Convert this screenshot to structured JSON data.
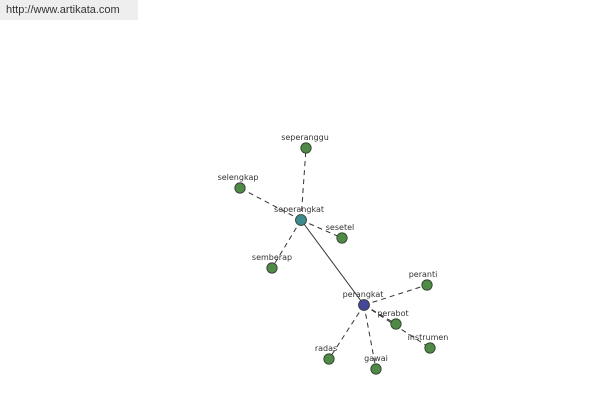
{
  "source_url": "http://www.artikata.com",
  "colors": {
    "leaf_node": "#4f8a46",
    "hub_node": "#3f8a8f",
    "root_node": "#45469a",
    "node_stroke": "#2d3a2b",
    "edge": "#333333"
  },
  "graph": {
    "root": "perangkat",
    "nodes": [
      {
        "id": "perangkat",
        "label": "perangkat",
        "kind": "root"
      },
      {
        "id": "seperangkat",
        "label": "seperangkat",
        "kind": "hub"
      },
      {
        "id": "seperanggu",
        "label": "seperanggu",
        "kind": "leaf"
      },
      {
        "id": "selengkap",
        "label": "selengkap",
        "kind": "leaf"
      },
      {
        "id": "sesetel",
        "label": "sesetel",
        "kind": "leaf"
      },
      {
        "id": "semberap",
        "label": "semberap",
        "kind": "leaf"
      },
      {
        "id": "peranti",
        "label": "peranti",
        "kind": "leaf"
      },
      {
        "id": "perabot",
        "label": "perabot",
        "kind": "leaf"
      },
      {
        "id": "instrumen",
        "label": "instrumen",
        "kind": "leaf"
      },
      {
        "id": "radas",
        "label": "radas",
        "kind": "leaf"
      },
      {
        "id": "gawai",
        "label": "gawai",
        "kind": "leaf"
      }
    ],
    "edges": [
      {
        "from": "perangkat",
        "to": "seperangkat",
        "style": "solid"
      },
      {
        "from": "seperangkat",
        "to": "seperanggu",
        "style": "dashed"
      },
      {
        "from": "seperangkat",
        "to": "selengkap",
        "style": "dashed"
      },
      {
        "from": "seperangkat",
        "to": "sesetel",
        "style": "dashed"
      },
      {
        "from": "seperangkat",
        "to": "semberap",
        "style": "dashed"
      },
      {
        "from": "perangkat",
        "to": "peranti",
        "style": "dashed"
      },
      {
        "from": "perangkat",
        "to": "perabot",
        "style": "dashed"
      },
      {
        "from": "perangkat",
        "to": "instrumen",
        "style": "dashed"
      },
      {
        "from": "perangkat",
        "to": "radas",
        "style": "dashed"
      },
      {
        "from": "perangkat",
        "to": "gawai",
        "style": "dashed"
      }
    ]
  }
}
